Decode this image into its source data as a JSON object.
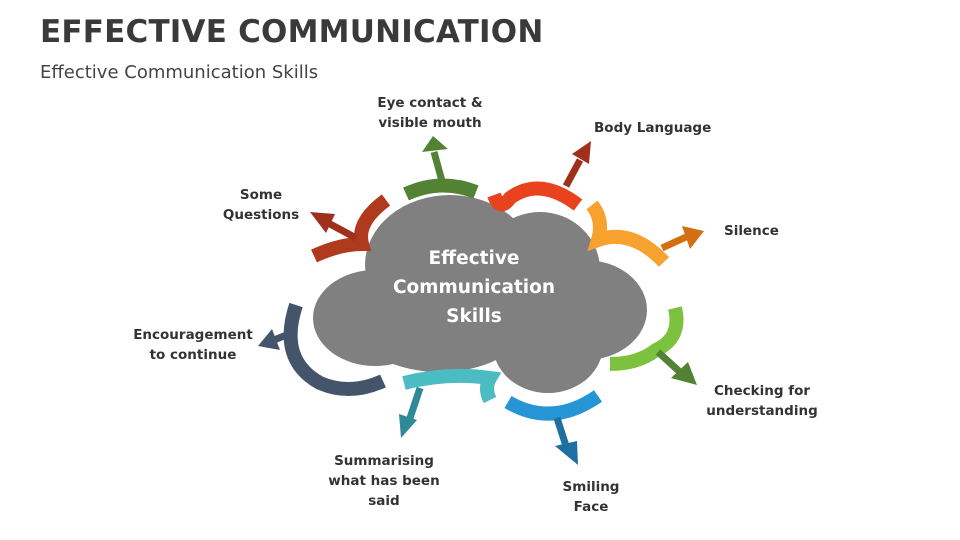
{
  "slide": {
    "title": "EFFECTIVE COMMUNICATION",
    "subtitle": "Effective Communication Skills"
  },
  "center": {
    "lines": [
      "Effective",
      "Communication",
      "Skills"
    ],
    "color": "#808080"
  },
  "skills": [
    {
      "lines": [
        "Eye contact &",
        "visible mouth"
      ],
      "color": "#548235",
      "icon": "up-arrow-icon"
    },
    {
      "lines": [
        "Body Language"
      ],
      "color": "#E8421E",
      "arrow_color": "#A0301E",
      "icon": "up-right-arrow-icon"
    },
    {
      "lines": [
        "Silence"
      ],
      "color": "#F7A12E",
      "arrow_color": "#D46E12",
      "icon": "right-arrow-icon"
    },
    {
      "lines": [
        "Checking for",
        "understanding"
      ],
      "color": "#7DC23E",
      "arrow_color": "#548235",
      "icon": "down-right-arrow-icon"
    },
    {
      "lines": [
        "Smiling",
        "Face"
      ],
      "color": "#2595D6",
      "arrow_color": "#1F6FA3",
      "icon": "down-arrow-icon"
    },
    {
      "lines": [
        "Summarising",
        "what has been",
        "said"
      ],
      "color": "#4BBCC3",
      "arrow_color": "#2E8A96",
      "icon": "down-left-arrow-icon"
    },
    {
      "lines": [
        "Encouragement",
        "to continue"
      ],
      "color": "#44546A",
      "icon": "left-arrow-icon"
    },
    {
      "lines": [
        "Some",
        "Questions"
      ],
      "color": "#B03A1E",
      "arrow_color": "#A0301E",
      "icon": "up-left-arrow-icon"
    }
  ]
}
